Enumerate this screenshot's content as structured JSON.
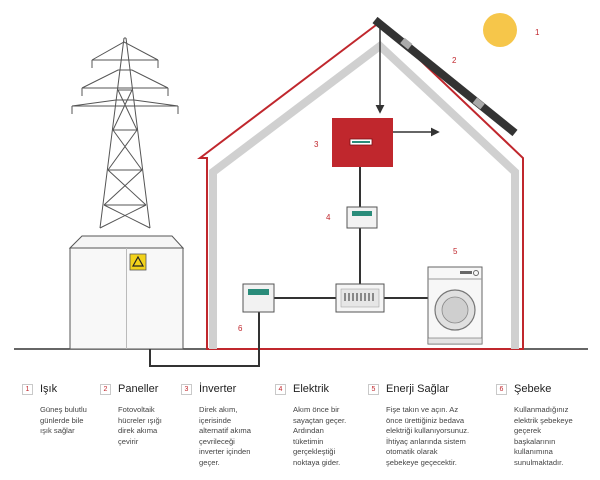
{
  "colors": {
    "accent": "#c0272d",
    "house_wall": "#d0d0d0",
    "wire": "#333333",
    "sun": "#f6c64a",
    "meter_screen": "#2a8c7a",
    "warning": "#f2d21a"
  },
  "callouts": [
    "1",
    "2",
    "3",
    "4",
    "5",
    "6"
  ],
  "icons": {
    "warning_symbol": "warning-triangle-icon"
  },
  "legend": [
    {
      "num": "1",
      "title": "Işık",
      "text": "Güneş bulutlu\ngünlerde bile\nışık sağlar"
    },
    {
      "num": "2",
      "title": "Paneller",
      "text": "Fotovoltaik\nhücreler ışığı\ndirek akıma\nçevirir"
    },
    {
      "num": "3",
      "title": "İnverter",
      "text": "Direk akım,\niçerisinde\nalternatif akıma\nçevrileceği\ninverter içinden\ngeçer."
    },
    {
      "num": "4",
      "title": "Elektrik",
      "text": "Akım önce bir\nsayaçtan geçer.\nArdından\ntüketimin\ngerçekleştiği\nnoktaya gider."
    },
    {
      "num": "5",
      "title": "Enerji Sağlar",
      "text": "Fişe takın ve açın. Az\nönce ürettiğiniz bedava\nelektriği kullanıyorsunuz.\nİhtiyaç anlarında sistem\notomatik olarak\nşebekeye geçecektir."
    },
    {
      "num": "6",
      "title": "Şebeke",
      "text": "Kullanmadığınız\nelektrik şebekeye\ngeçerek\nbaşkalarının\nkullanımına\nsunulmaktadır."
    }
  ]
}
